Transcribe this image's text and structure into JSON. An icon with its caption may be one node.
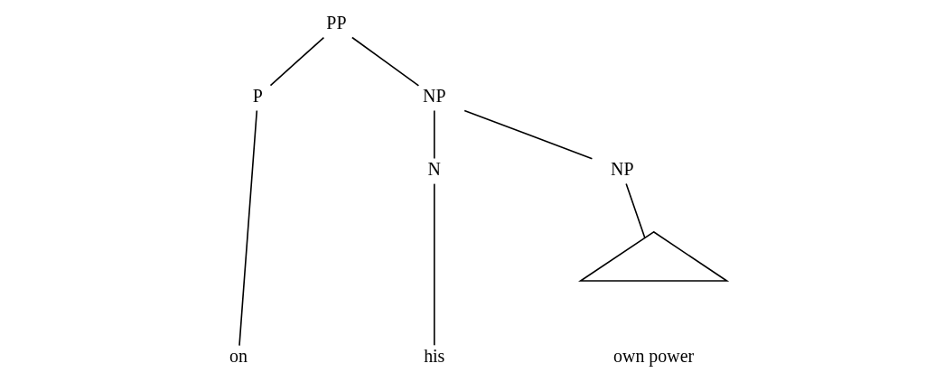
{
  "diagram": {
    "nodes": [
      {
        "text": [
          "PP"
        ]
      },
      {
        "text": [
          "P"
        ]
      },
      {
        "text": [
          "NP"
        ]
      },
      {
        "text": [
          "N"
        ]
      },
      {
        "text": [
          "NP"
        ]
      },
      {
        "text": [
          "on"
        ]
      },
      {
        "text": [
          "his"
        ]
      },
      {
        "text": [
          "own power"
        ]
      }
    ],
    "edges": [
      {
        "from": 0,
        "to": 1,
        "arrow": "none"
      },
      {
        "from": 0,
        "to": 2,
        "arrow": "none"
      },
      {
        "from": 1,
        "to": 5,
        "arrow": "none"
      },
      {
        "from": 2,
        "to": 3,
        "arrow": "none"
      },
      {
        "from": 2,
        "to": 4,
        "arrow": "none"
      },
      {
        "from": 3,
        "to": 6,
        "arrow": "none"
      },
      {
        "from": 4,
        "to": 7,
        "arrow": "none"
      }
    ]
  }
}
